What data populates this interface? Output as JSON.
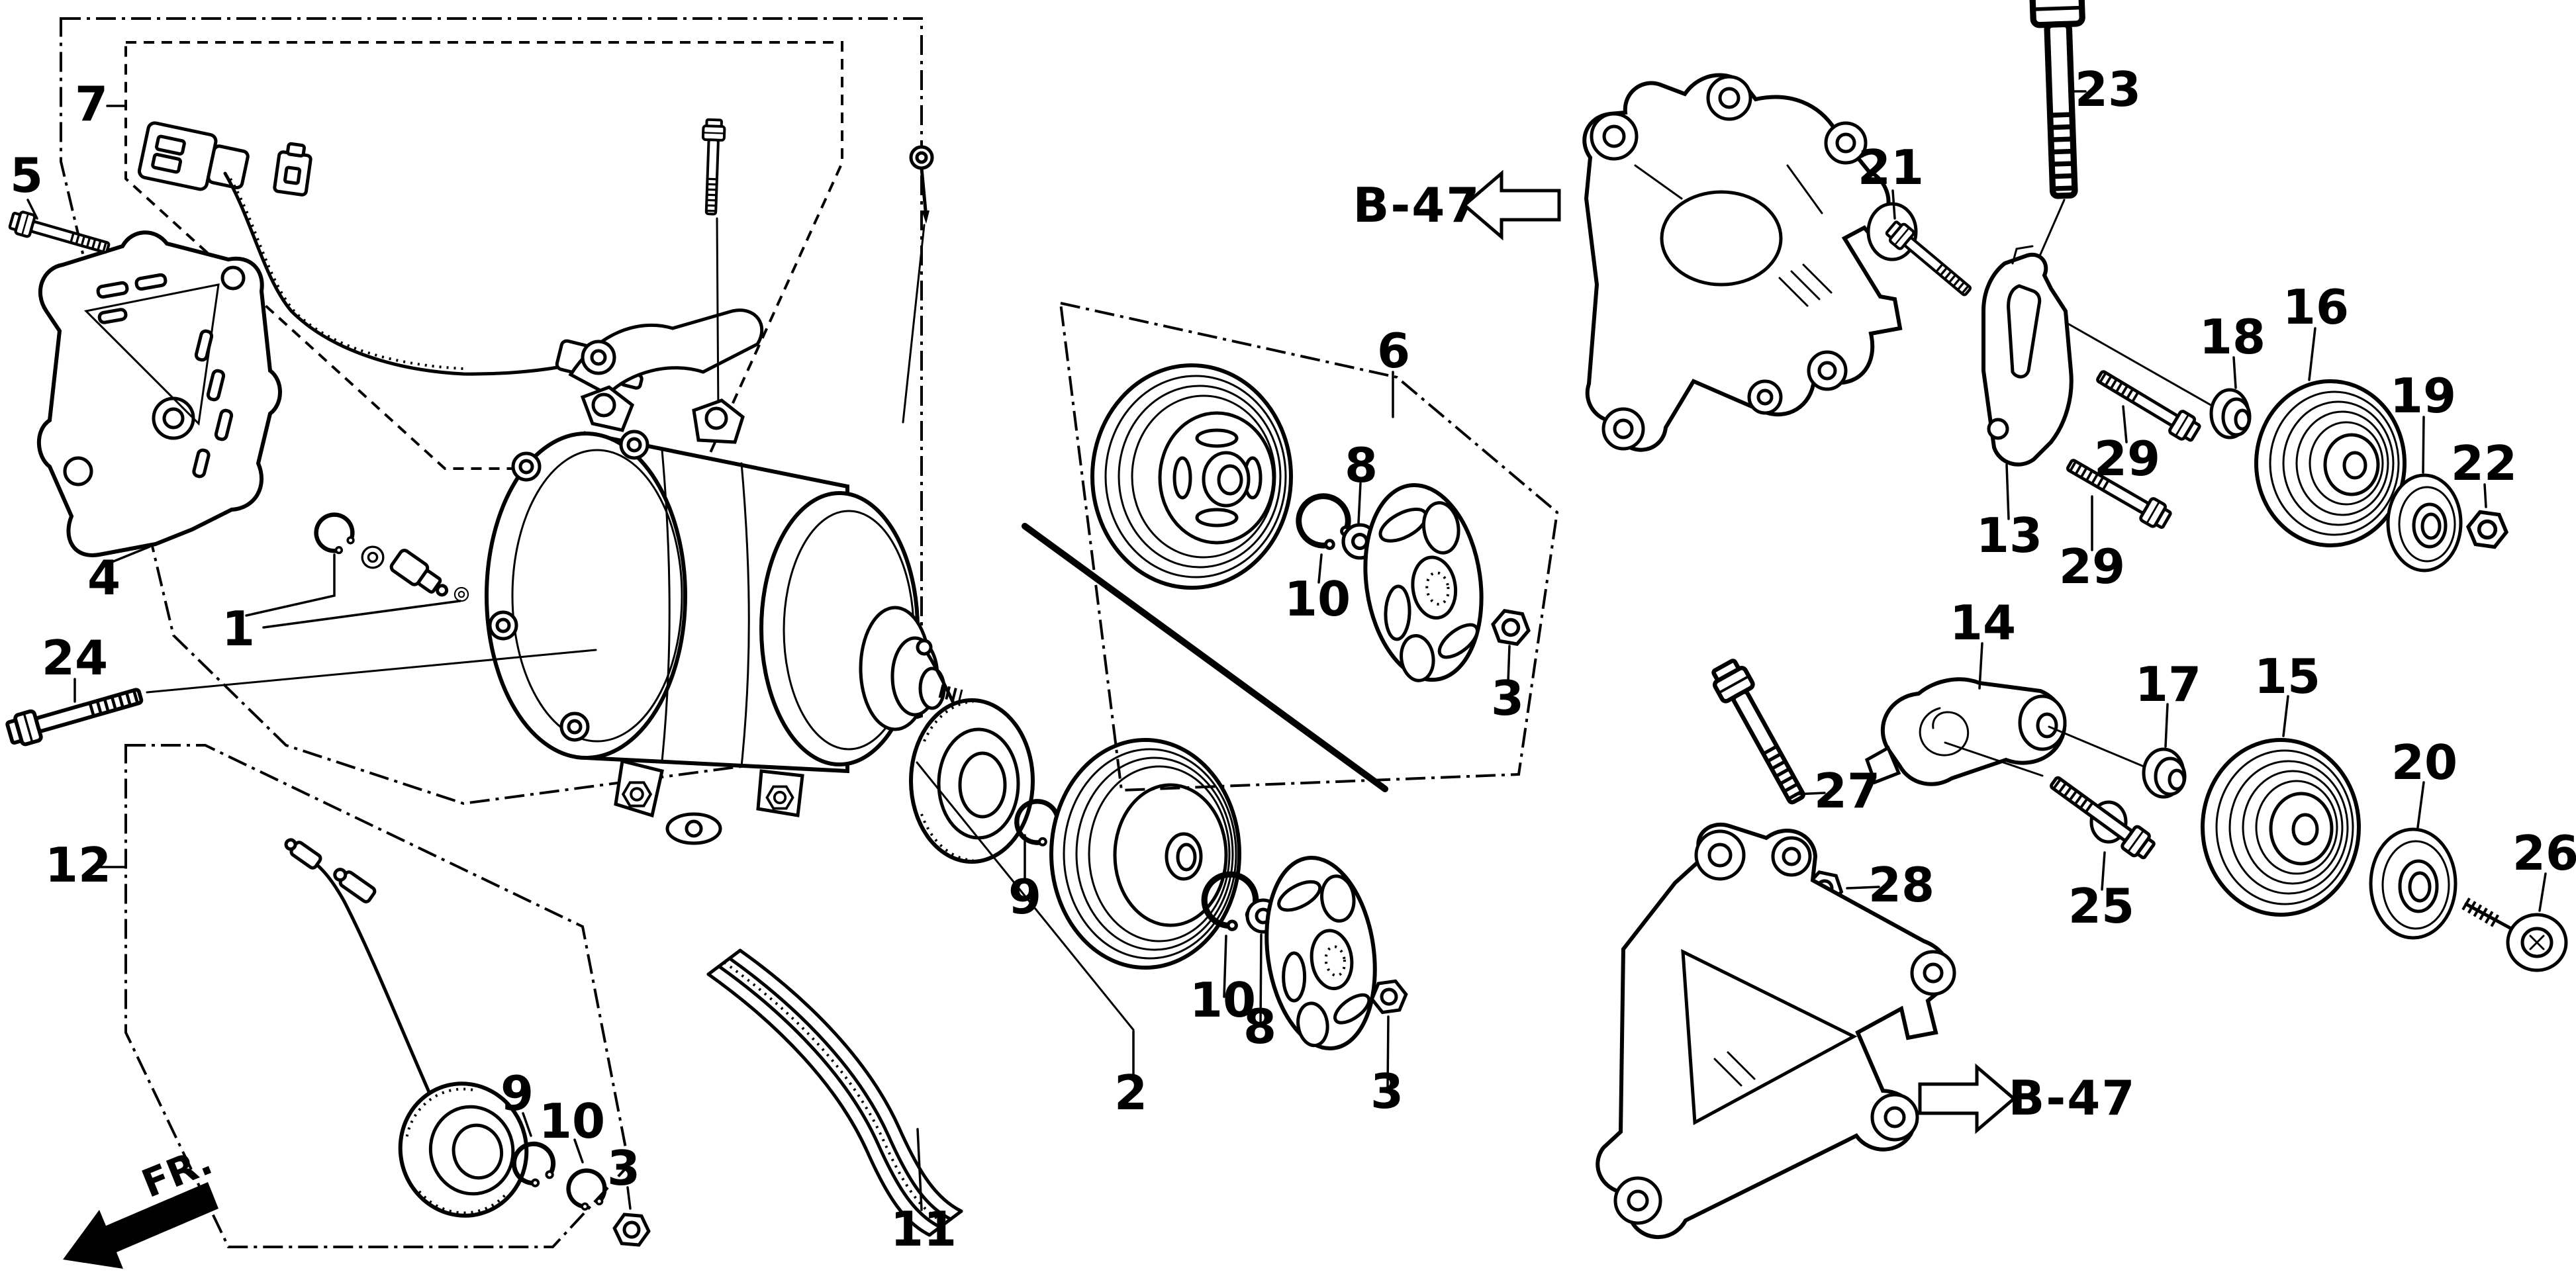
{
  "colors": {
    "background": "#ffffff",
    "ink": "#000000"
  },
  "direction_indicator": {
    "label": "FR."
  },
  "references": {
    "top_left_arrow": "B-47",
    "bottom_right_arrow": "B-47"
  },
  "callouts": [
    {
      "id": "7",
      "label": "7"
    },
    {
      "id": "5",
      "label": "5"
    },
    {
      "id": "4",
      "label": "4"
    },
    {
      "id": "1",
      "label": "1"
    },
    {
      "id": "24",
      "label": "24"
    },
    {
      "id": "12",
      "label": "12"
    },
    {
      "id": "9-left",
      "label": "9"
    },
    {
      "id": "10-left",
      "label": "10"
    },
    {
      "id": "3-left",
      "label": "3"
    },
    {
      "id": "11",
      "label": "11"
    },
    {
      "id": "9-mid",
      "label": "9"
    },
    {
      "id": "2",
      "label": "2"
    },
    {
      "id": "10-mid",
      "label": "10"
    },
    {
      "id": "8-mid",
      "label": "8"
    },
    {
      "id": "3-mid",
      "label": "3"
    },
    {
      "id": "6",
      "label": "6"
    },
    {
      "id": "8-top",
      "label": "8"
    },
    {
      "id": "10-top",
      "label": "10"
    },
    {
      "id": "3-top",
      "label": "3"
    },
    {
      "id": "23",
      "label": "23"
    },
    {
      "id": "21",
      "label": "21"
    },
    {
      "id": "16",
      "label": "16"
    },
    {
      "id": "18",
      "label": "18"
    },
    {
      "id": "19",
      "label": "19"
    },
    {
      "id": "22",
      "label": "22"
    },
    {
      "id": "29-upper",
      "label": "29"
    },
    {
      "id": "13",
      "label": "13"
    },
    {
      "id": "29-lower",
      "label": "29"
    },
    {
      "id": "14",
      "label": "14"
    },
    {
      "id": "17",
      "label": "17"
    },
    {
      "id": "15",
      "label": "15"
    },
    {
      "id": "20",
      "label": "20"
    },
    {
      "id": "26",
      "label": "26"
    },
    {
      "id": "27",
      "label": "27"
    },
    {
      "id": "28",
      "label": "28"
    },
    {
      "id": "25",
      "label": "25"
    }
  ]
}
